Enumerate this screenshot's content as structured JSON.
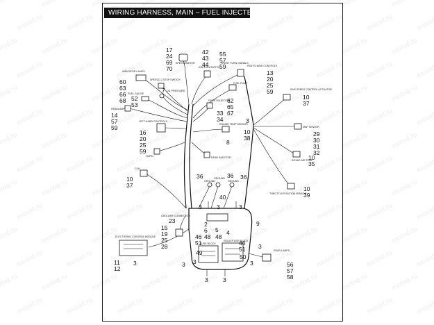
{
  "title": "WIRING HARNESS, MAIN – FUEL INJECTED",
  "watermark": "motod.ru",
  "colors": {
    "line": "#111111",
    "title_bg": "#111111",
    "title_fg": "#ffffff",
    "paper": "#ffffff"
  },
  "callouts": {
    "c1": "17",
    "c2": "24",
    "c3": "69",
    "c4": "70",
    "c5": "42",
    "c6": "43",
    "c7": "44",
    "c8": "55",
    "c9": "57",
    "c10": "59",
    "c11": "13",
    "c12": "20",
    "c13": "25",
    "c14": "59",
    "c15": "60",
    "c16": "63",
    "c17": "66",
    "c18": "68",
    "c19": "7",
    "c20": "52",
    "c21": "53",
    "c22": "62",
    "c23": "65",
    "c24": "67",
    "c25": "10",
    "c26": "37",
    "c27": "33",
    "c28": "34",
    "c29": "14",
    "c30": "57",
    "c31": "59",
    "c32": "3",
    "c33": "10",
    "c34": "38",
    "c35": "29",
    "c36": "30",
    "c37": "31",
    "c38": "32",
    "c39": "16",
    "c40": "20",
    "c41": "25",
    "c42": "59",
    "c43": "8",
    "c44": "10",
    "c45": "35",
    "c46": "10",
    "c47": "37",
    "c48": "36",
    "c49": "36",
    "c50": "36",
    "c51": "40",
    "c52": "3",
    "c53": "3",
    "c54": "3",
    "c55": "10",
    "c56": "39",
    "c57": "23",
    "c58": "15",
    "c59": "19",
    "c60": "25",
    "c61": "28",
    "c62": "9",
    "c63": "5",
    "c64": "4",
    "c65": "2",
    "c66": "6",
    "c67": "48",
    "c68": "48",
    "c69": "46",
    "c70": "51",
    "c71": "46",
    "c72": "51",
    "c73": "3",
    "c74": "11",
    "c75": "12",
    "c76": "3",
    "c77": "49",
    "c78": "3",
    "c79": "50",
    "c80": "3",
    "c81": "3",
    "c82": "3",
    "c83": "3",
    "c84": "56",
    "c85": "57",
    "c86": "58"
  },
  "labels": {
    "speedometer": "SPEEDOMETER",
    "ignition_switch": "IGNITION SWITCH",
    "front_turn_signals": "FRONT TURN SIGNALS",
    "right_hand_controls": "RIGHT-HAND CONTROLS",
    "indicator_lamps": "INDICATOR LAMPS",
    "speedo_stepup": "SPEEDO 2 STEP SWITCH",
    "oil_pressure": "OIL PRESSURE",
    "fuel_gauge": "FUEL GAUGE",
    "fuel_pump": "FUEL PUMP",
    "idle_speed": "IDLE SPEED CONTROL ACTUATOR",
    "headlamp": "HEADLAMP",
    "front_injector": "FRONT INJECTOR",
    "left_hand_controls": "LEFT-HAND CONTROLS",
    "engine_temp": "ENGINE TEMP SENSOR",
    "map_sensor": "MAP SENSOR",
    "horn": "HORN",
    "rear_injector": "REAR INJECTOR",
    "intake_air_temp": "INTAKE AIR TEMP",
    "coil": "COIL",
    "throttle_position": "THROTTLE POSITION SENSOR",
    "data_link": "DATA LINK CONNECTOR",
    "ecm": "ELECTRONIC CONTROL MODULE",
    "fuse_block": "FUSE BLOCK",
    "relay_block": "RELAY/FUSE BLOCK",
    "rear_lamps": "REAR LAMPS",
    "ground1": "GROUND",
    "ground2": "GROUND",
    "ground3": "GROUND"
  }
}
